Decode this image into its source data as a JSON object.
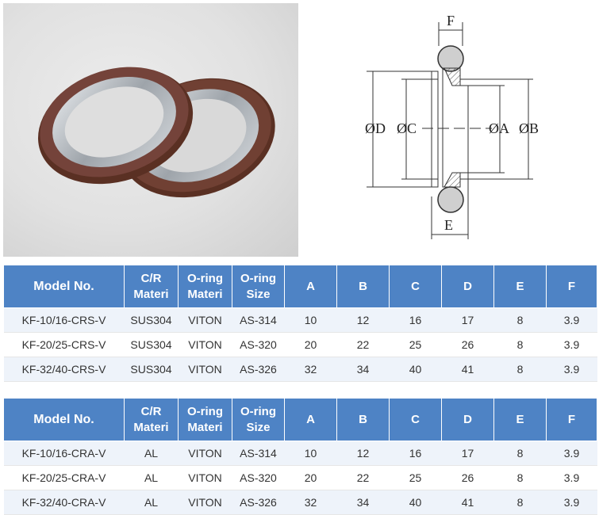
{
  "diagram": {
    "labels": {
      "f": "F",
      "e": "E",
      "d": "ØD",
      "c": "ØC",
      "a": "ØA",
      "b": "ØB"
    }
  },
  "table_headers": {
    "model": "Model No.",
    "cr_line1": "C/R",
    "cr_line2": "Materi",
    "oring_mat_line1": "O-ring",
    "oring_mat_line2": "Materi",
    "oring_size_line1": "O-ring",
    "oring_size_line2": "Size",
    "a": "A",
    "b": "B",
    "c": "C",
    "d": "D",
    "e": "E",
    "f": "F"
  },
  "tables": [
    {
      "rows": [
        {
          "model": "KF-10/16-CRS-V",
          "cr": "SUS304",
          "oring_mat": "VITON",
          "oring_size": "AS-314",
          "a": "10",
          "b": "12",
          "c": "16",
          "d": "17",
          "e": "8",
          "f": "3.9"
        },
        {
          "model": "KF-20/25-CRS-V",
          "cr": "SUS304",
          "oring_mat": "VITON",
          "oring_size": "AS-320",
          "a": "20",
          "b": "22",
          "c": "25",
          "d": "26",
          "e": "8",
          "f": "3.9"
        },
        {
          "model": "KF-32/40-CRS-V",
          "cr": "SUS304",
          "oring_mat": "VITON",
          "oring_size": "AS-326",
          "a": "32",
          "b": "34",
          "c": "40",
          "d": "41",
          "e": "8",
          "f": "3.9"
        }
      ]
    },
    {
      "rows": [
        {
          "model": "KF-10/16-CRA-V",
          "cr": "AL",
          "oring_mat": "VITON",
          "oring_size": "AS-314",
          "a": "10",
          "b": "12",
          "c": "16",
          "d": "17",
          "e": "8",
          "f": "3.9"
        },
        {
          "model": "KF-20/25-CRA-V",
          "cr": "AL",
          "oring_mat": "VITON",
          "oring_size": "AS-320",
          "a": "20",
          "b": "22",
          "c": "25",
          "d": "26",
          "e": "8",
          "f": "3.9"
        },
        {
          "model": "KF-32/40-CRA-V",
          "cr": "AL",
          "oring_mat": "VITON",
          "oring_size": "AS-326",
          "a": "32",
          "b": "34",
          "c": "40",
          "d": "41",
          "e": "8",
          "f": "3.9"
        }
      ]
    }
  ],
  "colors": {
    "header_bg": "#4e83c5",
    "oring": "#6e3b2a",
    "metal": "#b9bdc2"
  }
}
